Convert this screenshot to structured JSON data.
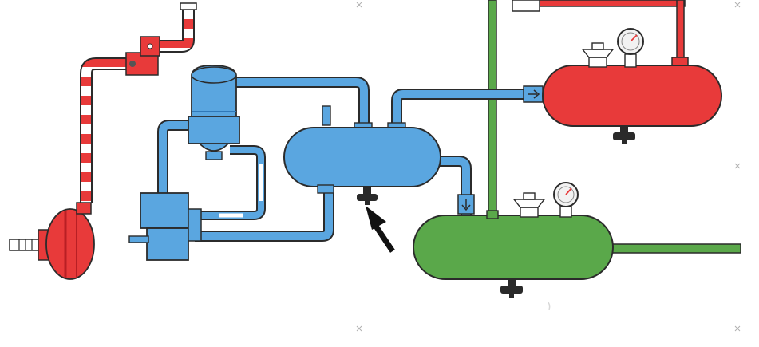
{
  "diagram": {
    "colors": {
      "background": "#ffffff",
      "blue": "#5aa6e0",
      "blue_dark": "#2f78b8",
      "red": "#e83a3a",
      "red_dark": "#b81f24",
      "green": "#5aa84a",
      "green_dark": "#2f7a2f",
      "outline": "#2b2b2b",
      "white": "#ffffff",
      "gauge_face": "#f2f2f2",
      "valve_black": "#2a2a2a",
      "arrow": "#111111",
      "corner_mark": "#b0b0b0"
    },
    "components": [
      "brake-chamber",
      "governor",
      "air-compressor",
      "air-dryer",
      "wet-tank",
      "service-reservoir-red",
      "service-reservoir-green",
      "pressure-gauge",
      "safety-valve",
      "check-valve",
      "drain-valve"
    ],
    "indicator": {
      "target": "wet-tank-drain-valve",
      "icon": "arrow-icon"
    }
  }
}
